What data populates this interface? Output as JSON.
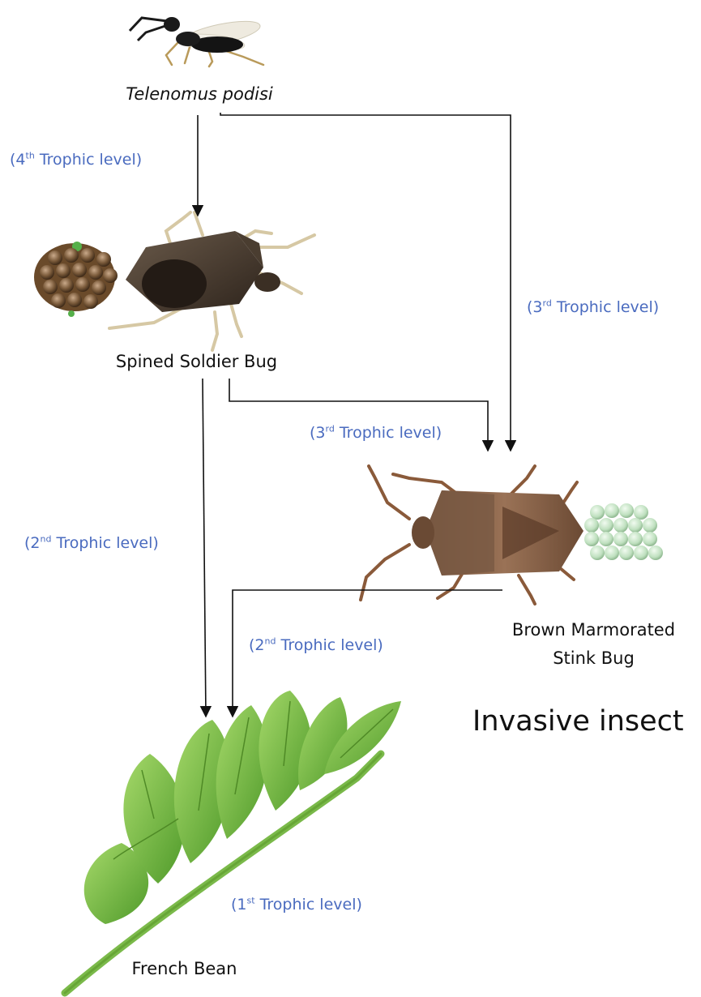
{
  "species": {
    "parasitoid": "Telenomus podisi",
    "predator": "Spined Soldier Bug",
    "pest_line1": "Brown Marmorated",
    "pest_line2": "Stink Bug",
    "plant": "French Bean"
  },
  "tag": "Invasive insect",
  "levels": {
    "fourth": {
      "prefix": "(4",
      "sup": "th",
      "suffix": " Trophic level)"
    },
    "third_right": {
      "prefix": "(3",
      "sup": "rd",
      "suffix": " Trophic level)"
    },
    "third_mid": {
      "prefix": "(3",
      "sup": "rd",
      "suffix": " Trophic level)"
    },
    "second_left": {
      "prefix": "(2",
      "sup": "nd",
      "suffix": " Trophic level)"
    },
    "second_mid": {
      "prefix": "(2",
      "sup": "nd",
      "suffix": " Trophic level)"
    },
    "first": {
      "prefix": "(1",
      "sup": "st",
      "suffix": " Trophic level)"
    }
  },
  "colors": {
    "level_text": "#4a6bbf",
    "arrow": "#111111",
    "egg_predator": "#7a5a3a",
    "egg_pest": "#c8e6c8",
    "leaf": "#6fbf3a",
    "stem": "#5a9a2a"
  }
}
